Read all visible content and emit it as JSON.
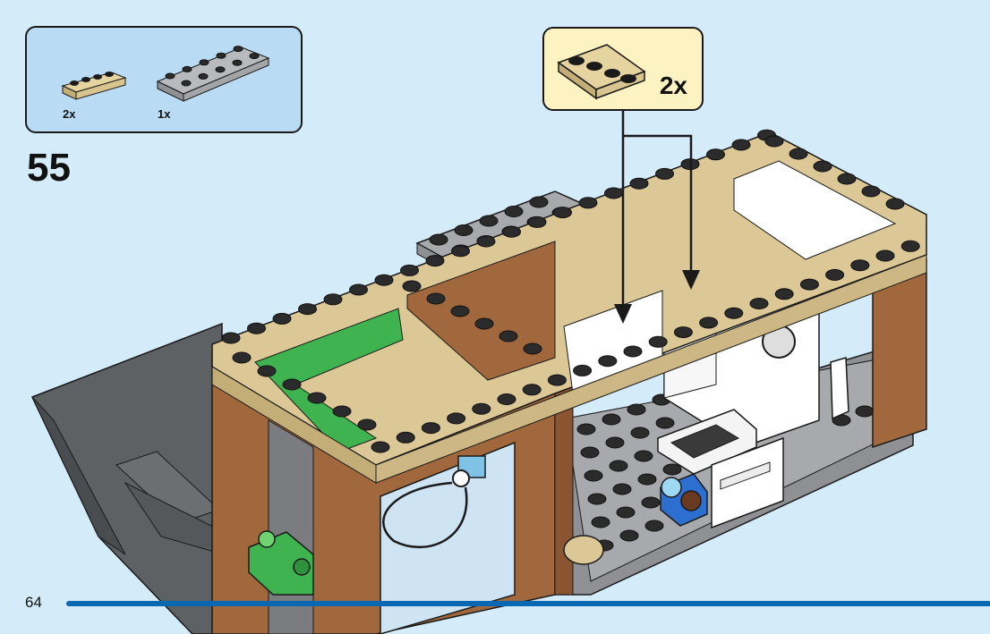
{
  "parts_list": {
    "items": [
      {
        "part": "tan-plate-1x4",
        "color": "#dcc896",
        "quantity": "2x"
      },
      {
        "part": "gray-plate-2x8",
        "color": "#a7a9ac",
        "quantity": "1x"
      }
    ]
  },
  "step": {
    "number": "55"
  },
  "callout": {
    "part": "tan-plate-1x4",
    "color": "#dcc896",
    "quantity": "2x"
  },
  "page": {
    "number": "64"
  },
  "colors": {
    "background": "#d4ebfa",
    "parts_box": "#b9dcf4",
    "callout_box": "#fdf2c2",
    "wall_brown": "#a0683c",
    "tan": "#dcc896",
    "light_gray": "#a7a9ac",
    "dark_gray": "#606366",
    "green": "#3fb34f",
    "page_rule": "#0a67b2"
  }
}
